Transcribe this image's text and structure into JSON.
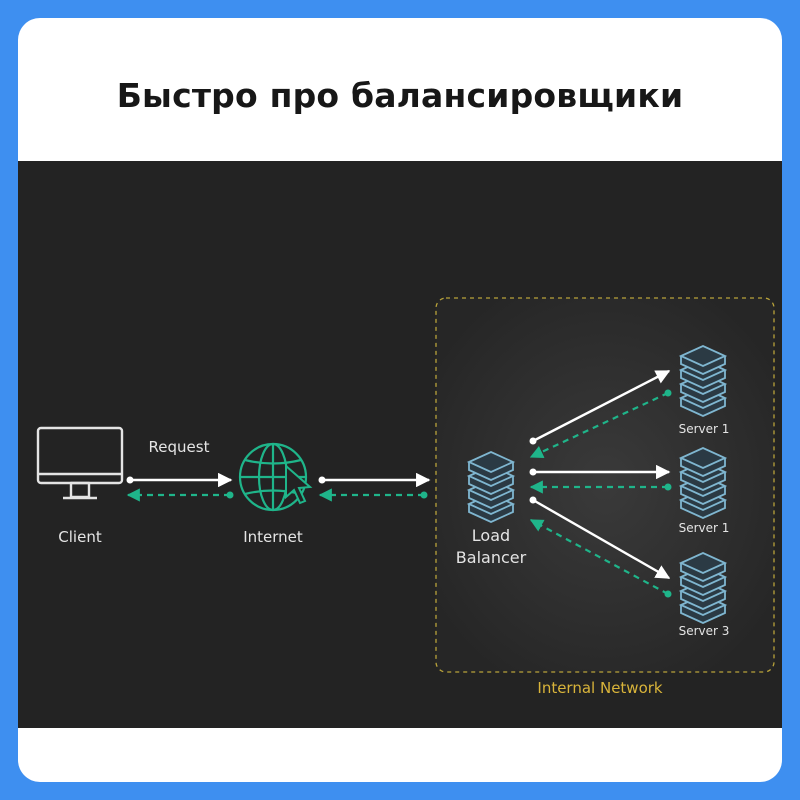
{
  "title": "Быстро про балансировщики",
  "diagram": {
    "client": "Client",
    "request": "Request",
    "internet": "Internet",
    "load_balancer_line1": "Load",
    "load_balancer_line2": "Balancer",
    "servers": [
      "Server 1",
      "Server 1",
      "Server 3"
    ],
    "network_label": "Internal Network"
  },
  "colors": {
    "outer_background": "#3e8ff0",
    "panel": "#232323",
    "request_arrow": "#ffffff",
    "response_arrow": "#1fb58a",
    "network_border": "#b8a23a",
    "network_label": "#d9b43a",
    "server_icon": "#7fb6d0"
  },
  "icons": [
    "monitor-icon",
    "globe-icon",
    "cursor-icon",
    "server-stack-icon"
  ]
}
